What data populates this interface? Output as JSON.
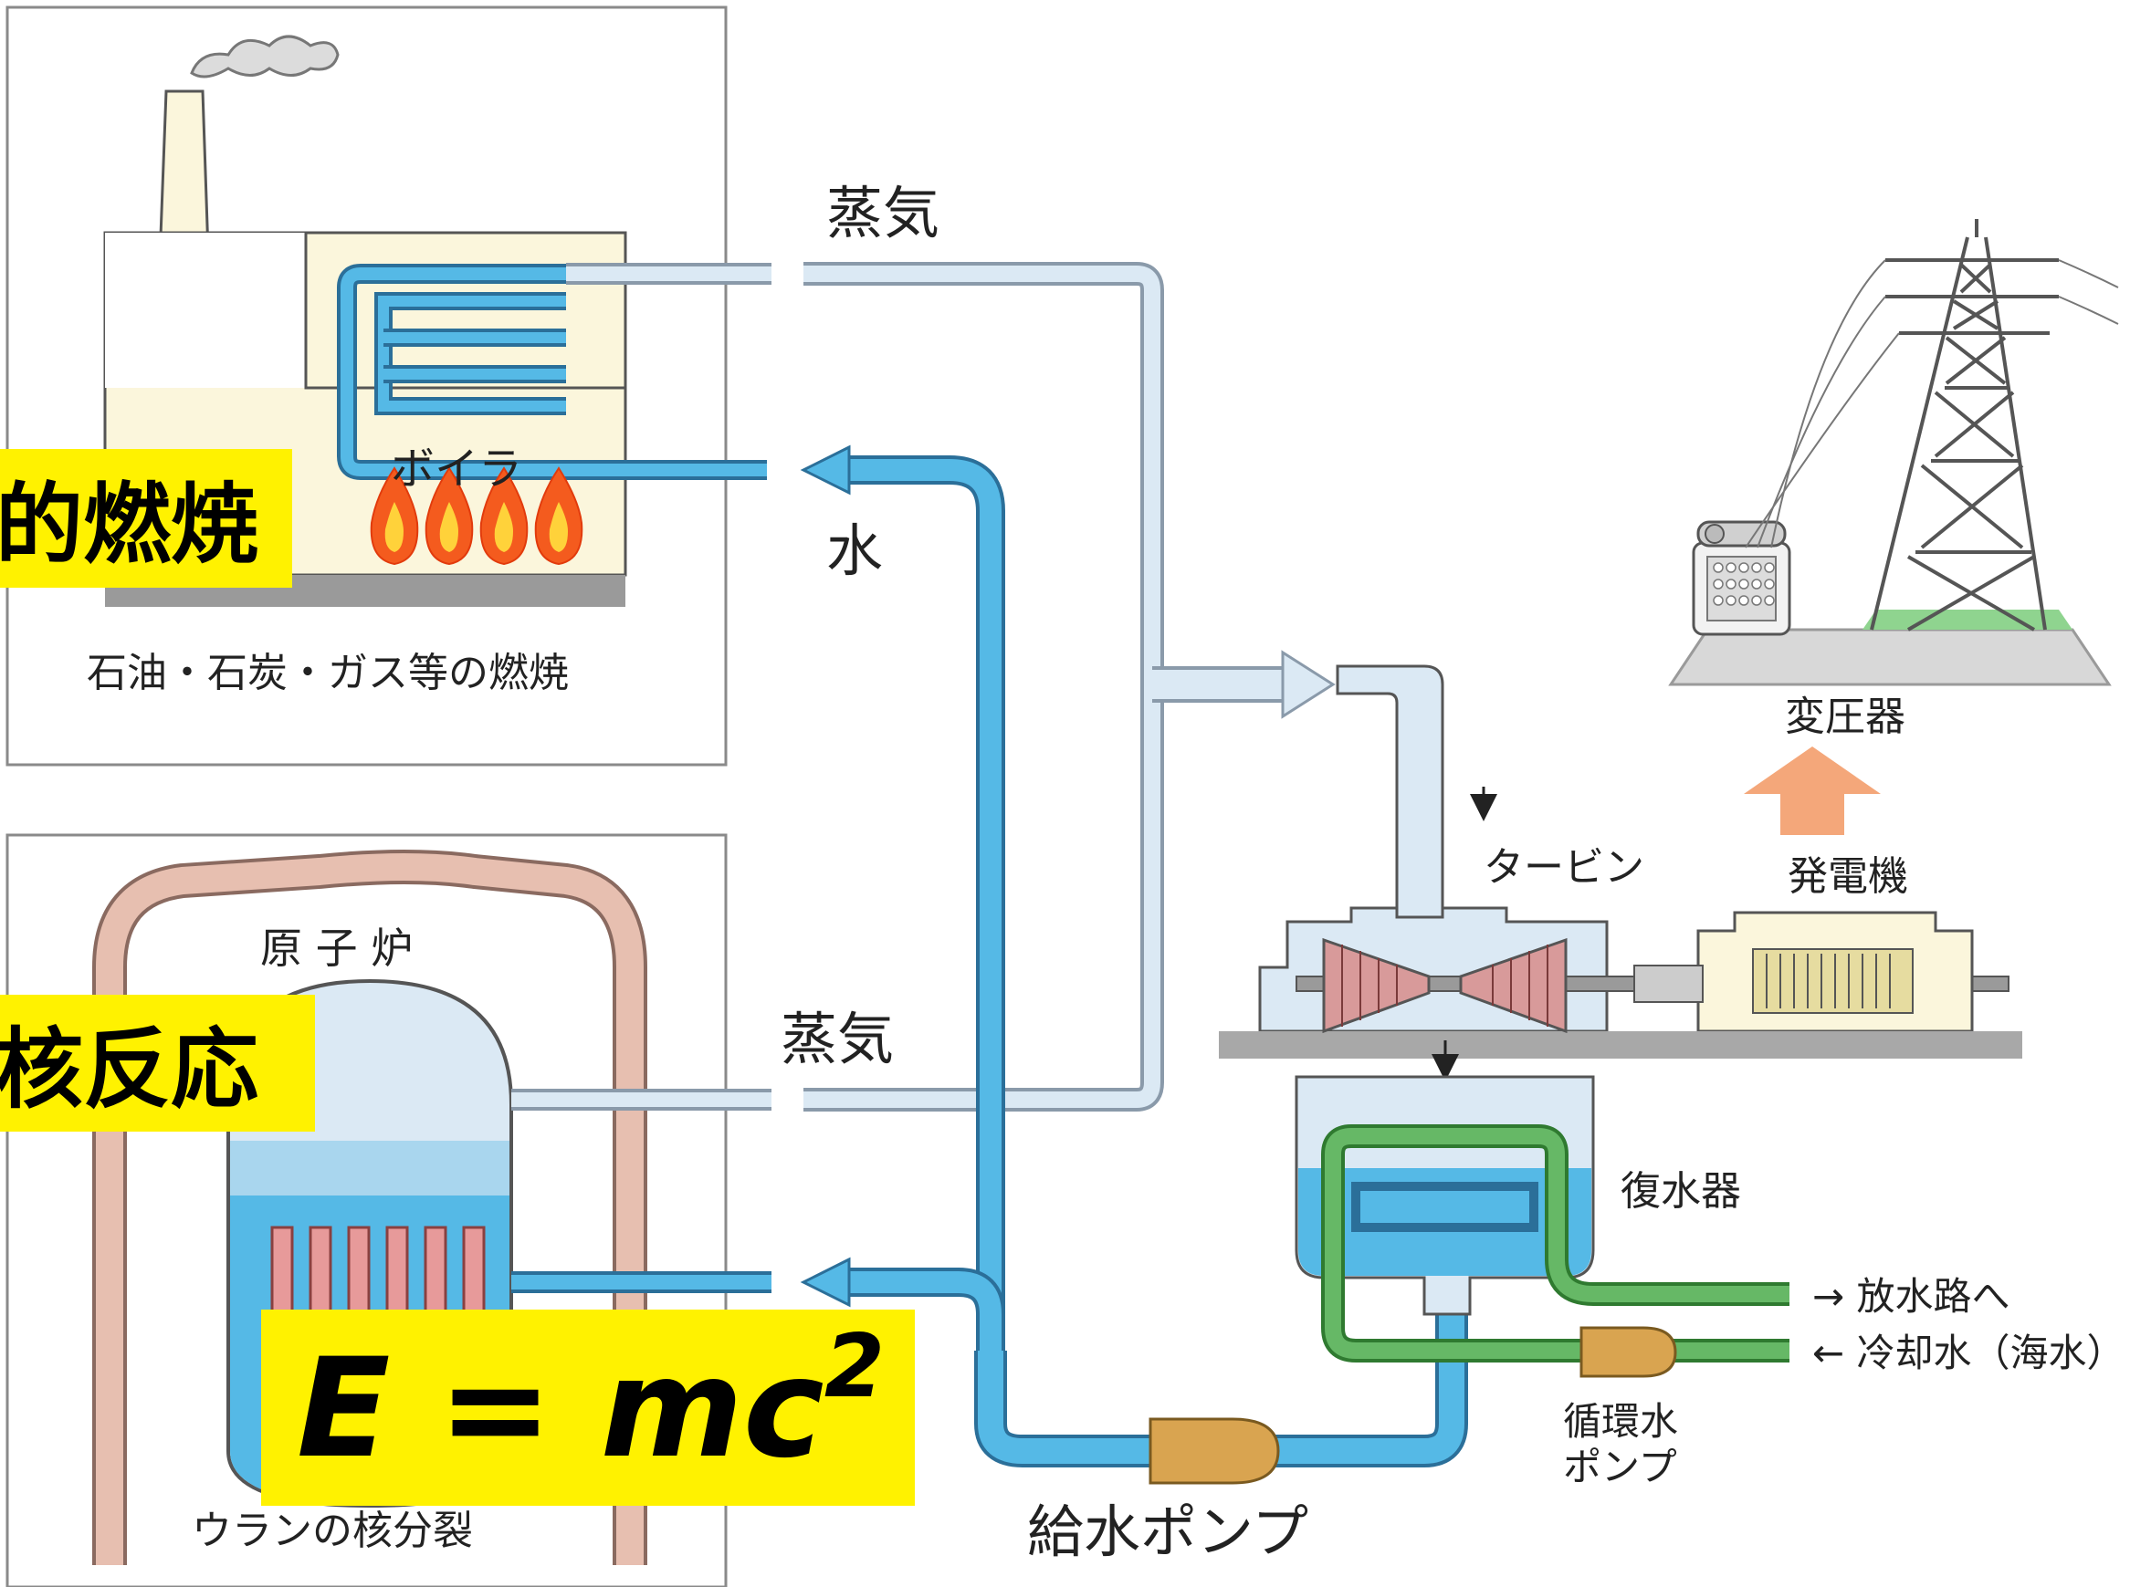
{
  "colors": {
    "steam": "#dbe9f4",
    "steam_edge": "#8a9aaa",
    "water": "#55b9e6",
    "water_edge": "#2b6f99",
    "cooling": "#66b866",
    "cooling_edge": "#2f7a30",
    "highlight": "#fff200",
    "building": "#fbf6dc",
    "containment": "#e7bfb0",
    "fuel": "#e79a9a",
    "turbine_blade": "#d89a9a",
    "pump": "#d9a450",
    "arrow_orange": "#f4a77a",
    "ground": "#a8a8a8",
    "grass": "#8fd48f"
  },
  "icons": [
    "chimney-smoke-icon",
    "flame-icon",
    "transmission-tower-icon",
    "transformer-icon",
    "pump-icon"
  ],
  "thermal": {
    "boiler_label": "ボイラ",
    "caption": "石油・石炭・ガス等の燃焼",
    "highlight": "的燃焼"
  },
  "nuclear": {
    "reactor_label": "原 子 炉",
    "caption": "ウランの核分裂",
    "highlight": "核反応",
    "formula_base": "E = mc",
    "formula_sup": "2"
  },
  "flow": {
    "steam_top": "蒸気",
    "water_top": "水",
    "steam_bottom": "蒸気"
  },
  "plant": {
    "turbine": "タービン",
    "generator": "発電機",
    "transformer": "変圧器",
    "condenser": "復水器",
    "outlet": "→ 放水路へ",
    "inlet": "← 冷却水（海水）",
    "circ_pump_line1": "循環水",
    "circ_pump_line2": "ポンプ",
    "feed_pump": "給水ポンプ"
  }
}
